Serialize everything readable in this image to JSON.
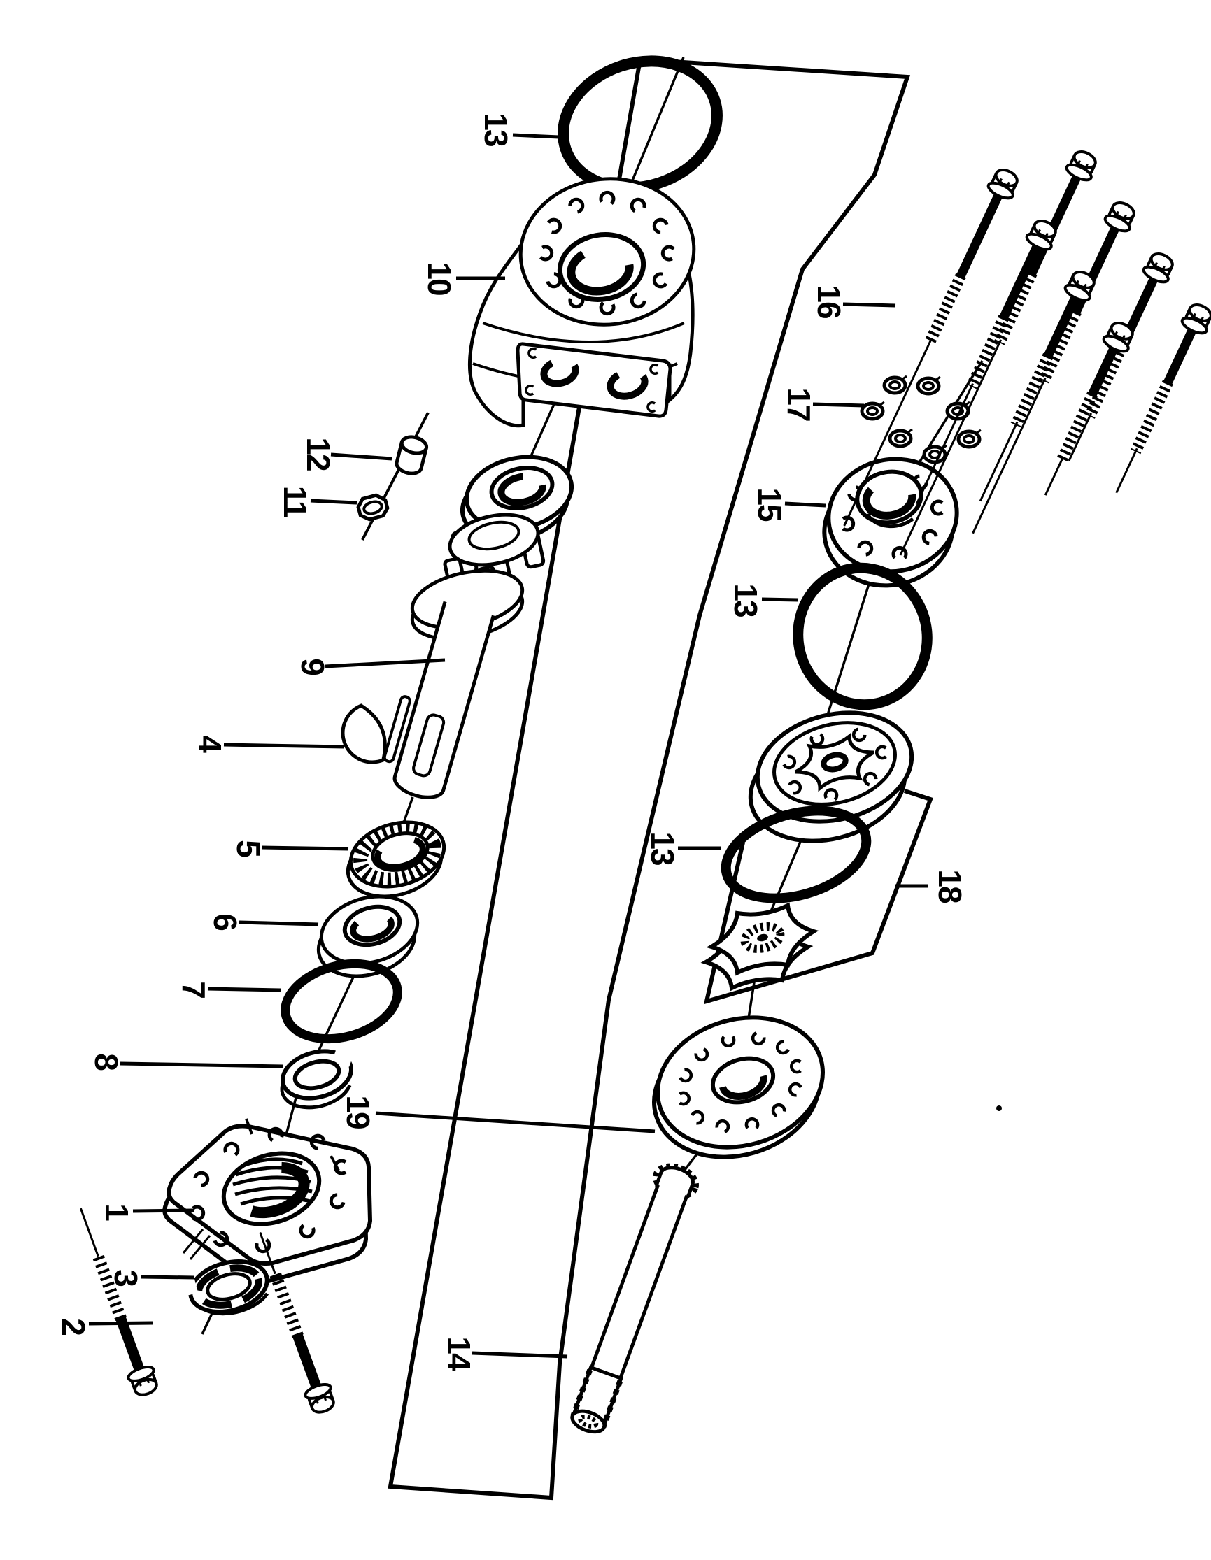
{
  "document": {
    "kind": "exploded-parts-diagram",
    "colors": {
      "ink": "#000000",
      "paper": "#ffffff"
    }
  },
  "callouts": [
    {
      "label": "13"
    },
    {
      "label": "10"
    },
    {
      "label": "12"
    },
    {
      "label": "11"
    },
    {
      "label": "9"
    },
    {
      "label": "4"
    },
    {
      "label": "5"
    },
    {
      "label": "6"
    },
    {
      "label": "7"
    },
    {
      "label": "8"
    },
    {
      "label": "1"
    },
    {
      "label": "3"
    },
    {
      "label": "2"
    },
    {
      "label": "16"
    },
    {
      "label": "17"
    },
    {
      "label": "15"
    },
    {
      "label": "13"
    },
    {
      "label": "13"
    },
    {
      "label": "18"
    },
    {
      "label": "19"
    },
    {
      "label": "14"
    }
  ]
}
